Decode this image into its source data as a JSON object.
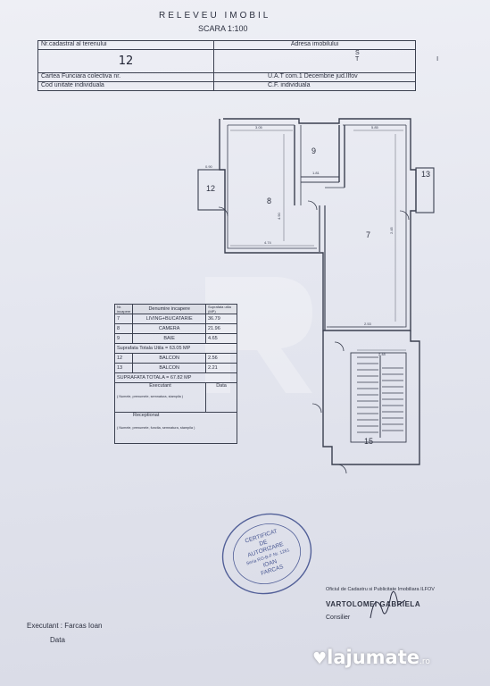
{
  "document": {
    "title": "RELEVEU IMOBIL",
    "scale": "SCARA 1:100"
  },
  "header_table": {
    "cadastral_label": "Nr.cadastral al terenului",
    "cadastral_value": "12",
    "address_label": "Adresa imobilului",
    "address_values": [
      "S",
      "T",
      "I"
    ],
    "carte_funciara_label": "Cartea Funciara colectiva nr.",
    "uat_label": "U.A.T com.1 Decembrie  jud.Ilfov",
    "unit_code_label": "Cod unitate individuala",
    "cf_label": "C.F. individuala"
  },
  "floor_plan": {
    "room_numbers": [
      "9",
      "8",
      "12",
      "7",
      "13",
      "15"
    ],
    "dimension_labels": [
      "3.05",
      "1.81",
      "5.85",
      "4.74",
      "2.53",
      "0.90",
      "2.48",
      "4.90",
      "2.45"
    ]
  },
  "rooms_table": {
    "header_nr": "Nr. incapere",
    "header_name": "Denumire incapere",
    "header_area": "Suprafata utila (MP)",
    "rows": [
      {
        "nr": "7",
        "name": "LIVING+BUCATARIE",
        "area": "36.79"
      },
      {
        "nr": "8",
        "name": "CAMERA",
        "area": "21.96"
      },
      {
        "nr": "9",
        "name": "BAIE",
        "area": "4.65"
      }
    ],
    "total_useful": "Suprafata Totala Utila  = 63.05 MP",
    "balconies": [
      {
        "nr": "12",
        "name": "BALCON",
        "area": "2.56"
      },
      {
        "nr": "13",
        "name": "BALCON",
        "area": "2.21"
      }
    ],
    "total": "SUPRAFATA TOTALA = 67.82 MP",
    "executant_label": "Executant",
    "executant_note": "( Numele, prenumele, semnatura, stampila )",
    "data_label": "Data",
    "receptionat_label": "Receptionat",
    "receptionat_note": "( Numele, prenumele, functia, semnatura, stampila )"
  },
  "stamp": {
    "lines": [
      "CERTIFICAT",
      "DE",
      "AUTORIZARE",
      "Seria RO-B-F Nr. 1261",
      "IOAN",
      "FARCAS"
    ]
  },
  "office": {
    "line1": "Oficiul de Cadastru si Publicitate Imobiliara ILFOV",
    "name": "VARTOLOMEI GABRIELA",
    "role": "Consilier"
  },
  "footer": {
    "executant": "Executant : Farcas Ioan",
    "data": "Data"
  },
  "watermark": {
    "brand": "lajumate",
    "tld": ".ro"
  }
}
